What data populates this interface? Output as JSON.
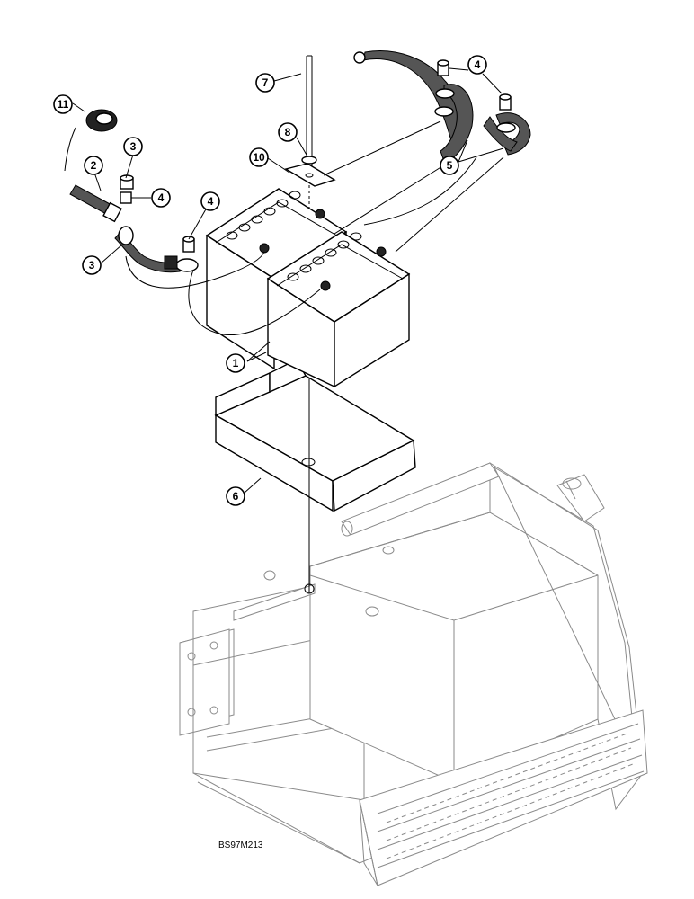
{
  "figure_code": "BS97M213",
  "callouts": [
    "1",
    "2",
    "3",
    "3",
    "4",
    "4",
    "4",
    "5",
    "6",
    "7",
    "8",
    "10",
    "11"
  ]
}
